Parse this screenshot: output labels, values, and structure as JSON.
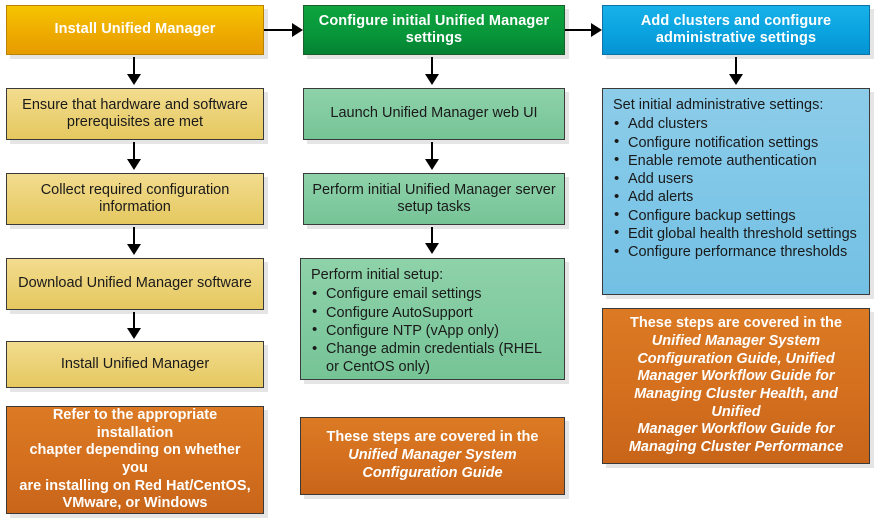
{
  "diagram": {
    "title": "Unified Manager installation and configuration workflow",
    "colors": {
      "header_gold": "#eeab00",
      "header_green": "#07963a",
      "header_blue": "#0aa3df",
      "step_gold": "#ebd175",
      "step_green": "#81caa0",
      "step_blue": "#7ec6e7",
      "note_orange": "#d4701e",
      "connector": "#000000"
    }
  },
  "columns": [
    {
      "id": "install",
      "header": "Install Unified Manager",
      "steps": [
        "Ensure that hardware and software prerequisites are met",
        "Collect  required configuration information",
        "Download Unified Manager software",
        "Install Unified Manager"
      ],
      "note": {
        "lines": [
          {
            "text": "Refer to the appropriate installation",
            "italic": false
          },
          {
            "text": "chapter depending on whether you",
            "italic": false
          },
          {
            "text": "are installing on Red Hat/CentOS,",
            "italic": false
          },
          {
            "text": "VMware, or Windows",
            "italic": false
          }
        ]
      }
    },
    {
      "id": "configure",
      "header": "Configure initial Unified Manager settings",
      "steps": [
        "Launch Unified Manager web UI",
        "Perform initial Unified Manager server setup tasks"
      ],
      "list": {
        "lead": "Perform initial setup:",
        "items": [
          "Configure email settings",
          "Configure AutoSupport",
          "Configure NTP (vApp only)",
          "Change admin credentials (RHEL or CentOS only)"
        ]
      },
      "note": {
        "lines": [
          {
            "text": "These steps are covered in the",
            "italic": false
          },
          {
            "text": "Unified Manager System",
            "italic": true
          },
          {
            "text": "Configuration Guide",
            "italic": true
          }
        ]
      }
    },
    {
      "id": "clusters",
      "header": "Add clusters and configure administrative settings",
      "list": {
        "lead": "Set initial administrative settings:",
        "items": [
          "Add clusters",
          "Configure notification settings",
          "Enable remote authentication",
          "Add users",
          "Add alerts",
          "Configure backup settings",
          "Edit global health threshold settings",
          "Configure performance thresholds"
        ]
      },
      "note": {
        "lines": [
          {
            "text": "These steps are covered in the",
            "italic": false
          },
          {
            "text": "Unified Manager System",
            "italic": true
          },
          {
            "text": "Configuration Guide, Unified",
            "italic": true
          },
          {
            "text": "Manager Workflow Guide for",
            "italic": true
          },
          {
            "text": "Managing Cluster Health, and Unified",
            "italic": true
          },
          {
            "text": "Manager Workflow Guide for",
            "italic": true
          },
          {
            "text": "Managing Cluster Performance",
            "italic": true
          }
        ]
      }
    }
  ]
}
